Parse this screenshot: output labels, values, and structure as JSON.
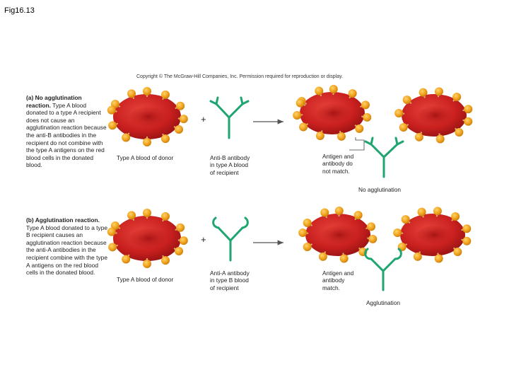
{
  "figure_label": "Fig16.13",
  "copyright": "Copyright © The McGraw-Hill Companies, Inc. Permission required for reproduction or display.",
  "panel_a": {
    "heading": "(a) No agglutination reaction.",
    "body": "Type A blood donated to a type A recipient does not cause an agglutination reaction because the anti-B antibodies in the recipient do not combine with the type A antigens on the red blood cells in the donated blood.",
    "donor_caption": "Type A blood of donor",
    "plus": "+",
    "antibody_caption_1": "Anti-B antibody",
    "antibody_caption_2": "in type A blood",
    "antibody_caption_3": "of recipient",
    "match_caption_1": "Antigen and",
    "match_caption_2": "antibody do",
    "match_caption_3": "not match.",
    "result": "No agglutination"
  },
  "panel_b": {
    "heading": "(b) Agglutination reaction.",
    "body": "Type A blood donated to a type B recipient causes an agglutination reaction because the anti-A antibodies in the recipient combine with the type A antigens on the red blood cells in the donated blood.",
    "donor_caption": "Type A blood of donor",
    "plus": "+",
    "antibody_caption_1": "Anti-A antibody",
    "antibody_caption_2": "in type B blood",
    "antibody_caption_3": "of recipient",
    "match_caption_1": "Antigen and",
    "match_caption_2": "antibody",
    "match_caption_3": "match.",
    "result": "Agglutination"
  },
  "colors": {
    "cell": "#c9201f",
    "cell_dark": "#8f1010",
    "antigen": "#f0a21c",
    "antibody": "#1fa56f",
    "arrow": "#555555"
  }
}
